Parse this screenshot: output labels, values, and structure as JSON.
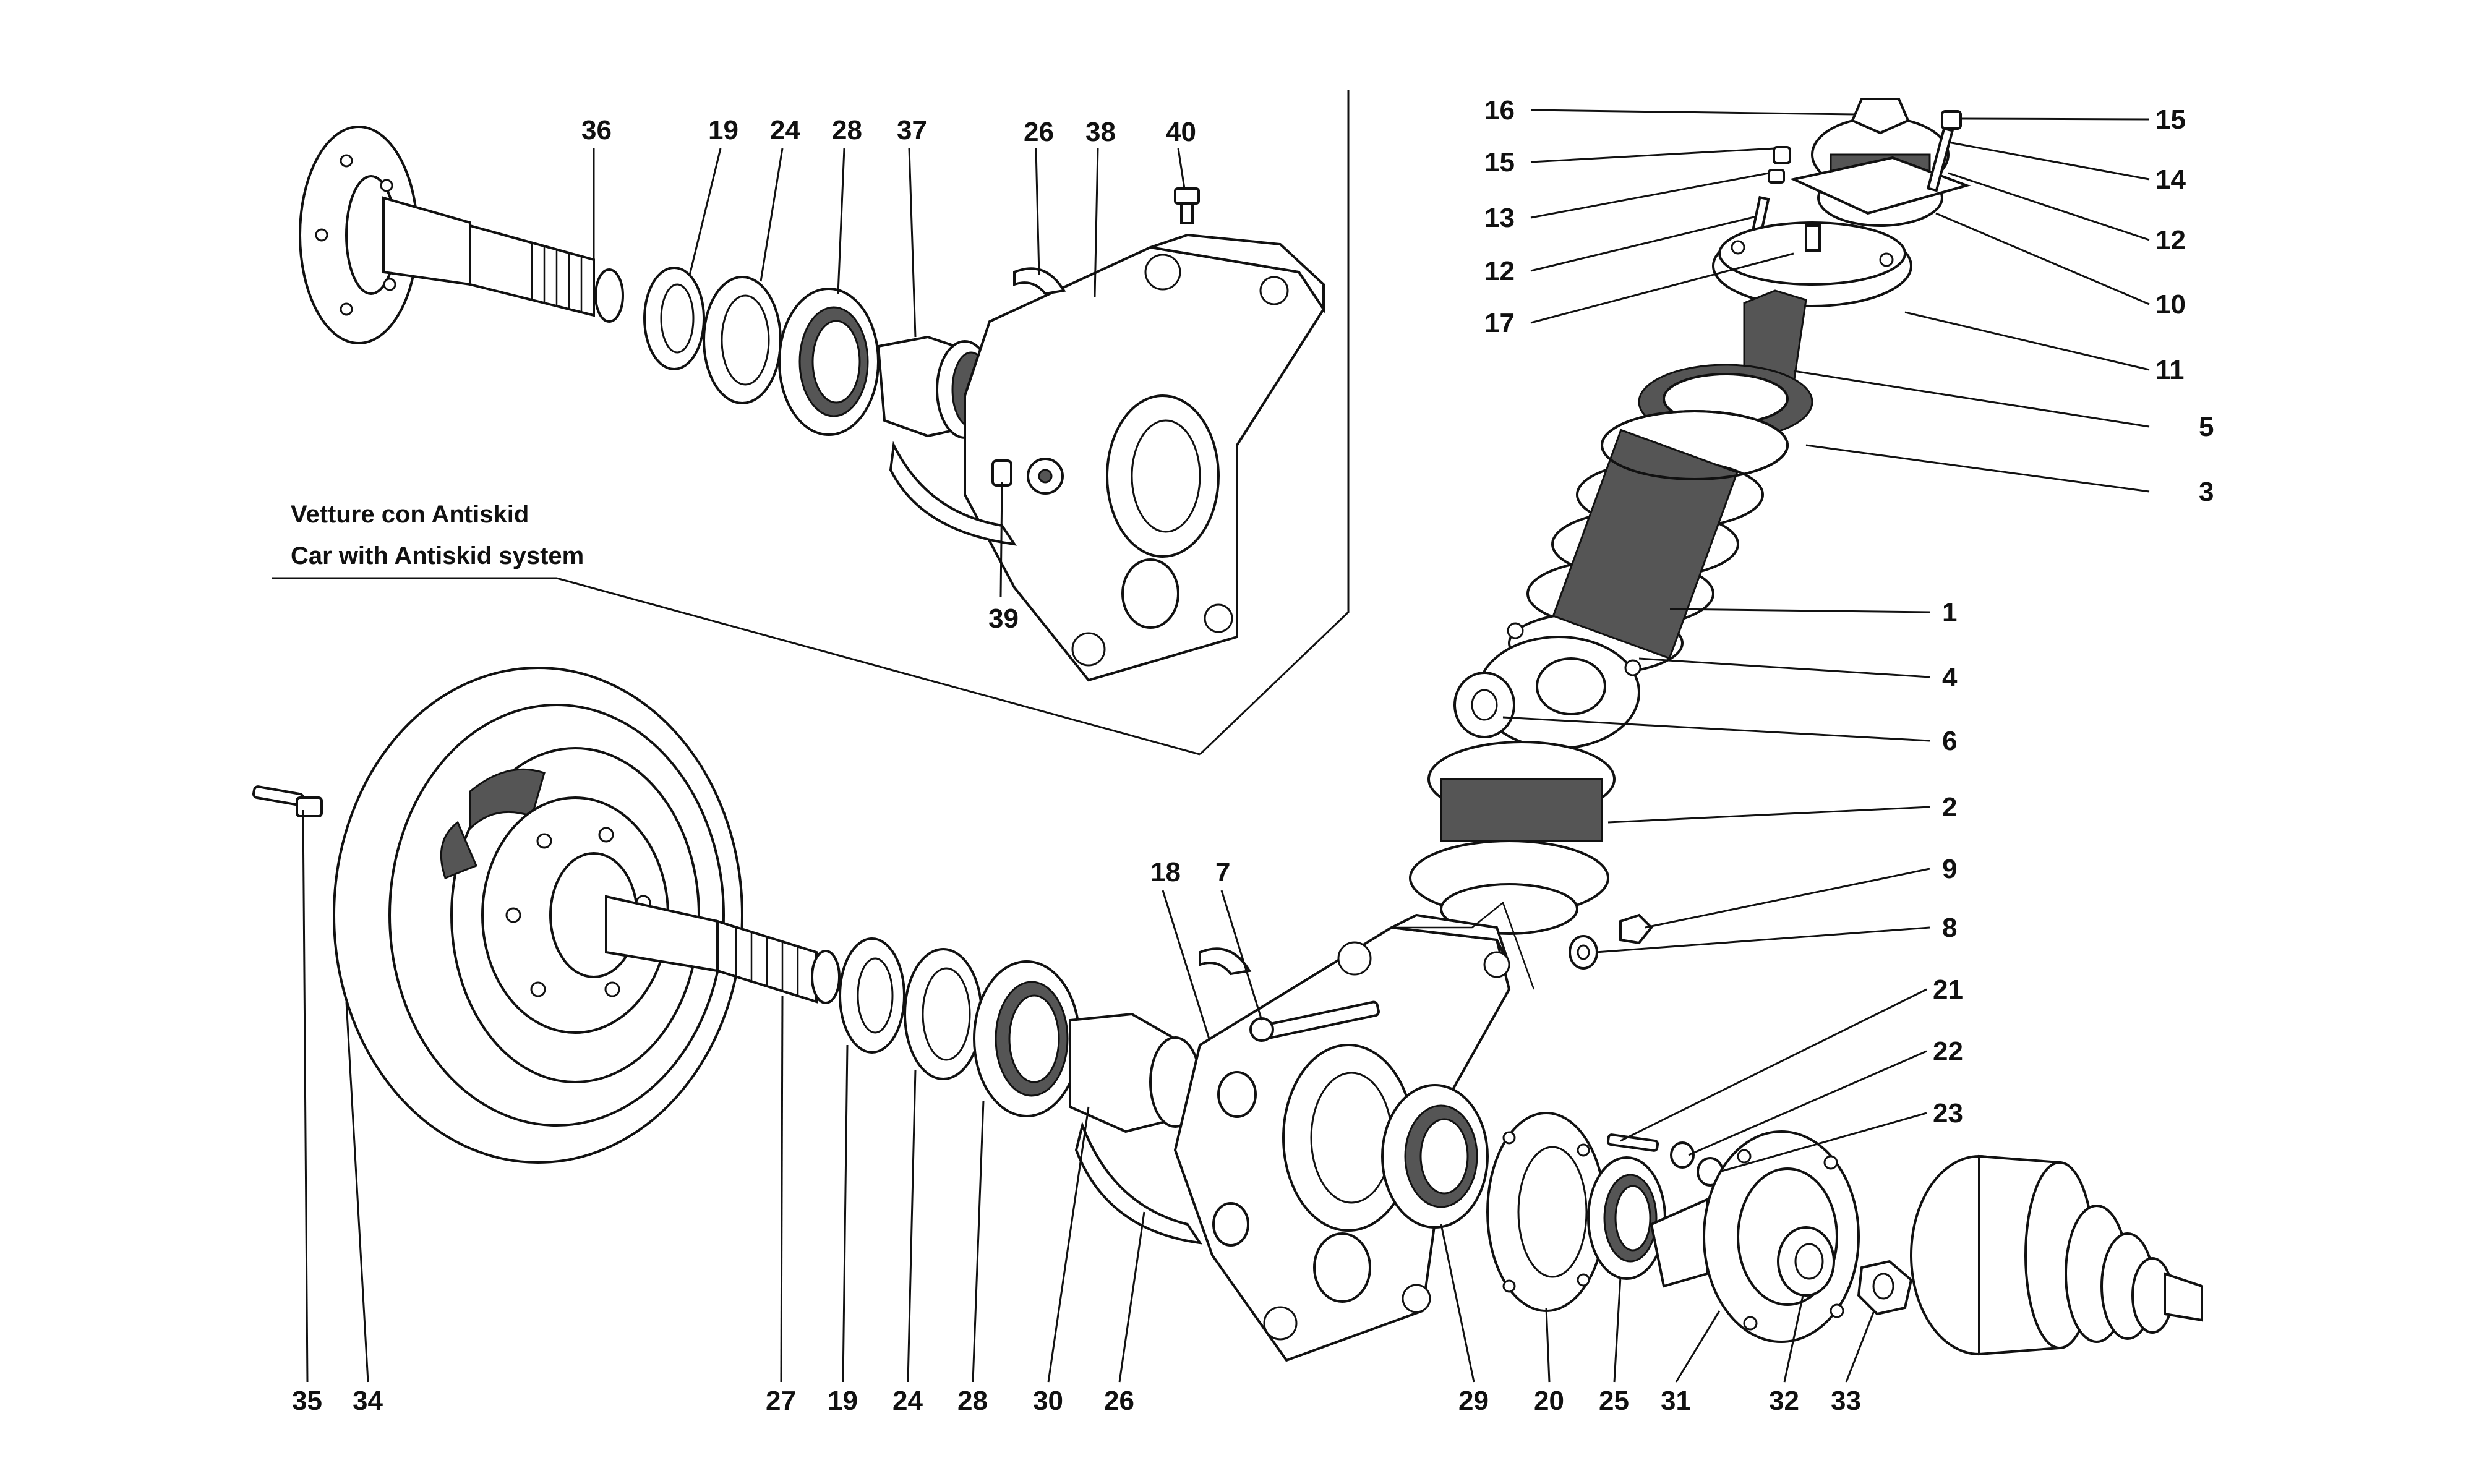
{
  "caption": {
    "line1": "Vetture con Antiskid",
    "line2": "Car with Antiskid system"
  },
  "callouts": [
    {
      "key": "c36",
      "text": "36"
    },
    {
      "key": "c19a",
      "text": "19"
    },
    {
      "key": "c24a",
      "text": "24"
    },
    {
      "key": "c28a",
      "text": "28"
    },
    {
      "key": "c37",
      "text": "37"
    },
    {
      "key": "c26a",
      "text": "26"
    },
    {
      "key": "c38",
      "text": "38"
    },
    {
      "key": "c40",
      "text": "40"
    },
    {
      "key": "c39",
      "text": "39"
    },
    {
      "key": "c16",
      "text": "16"
    },
    {
      "key": "c15a",
      "text": "15"
    },
    {
      "key": "c13",
      "text": "13"
    },
    {
      "key": "c12a",
      "text": "12"
    },
    {
      "key": "c17",
      "text": "17"
    },
    {
      "key": "c15b",
      "text": "15"
    },
    {
      "key": "c14",
      "text": "14"
    },
    {
      "key": "c12b",
      "text": "12"
    },
    {
      "key": "c10",
      "text": "10"
    },
    {
      "key": "c11",
      "text": "11"
    },
    {
      "key": "c5",
      "text": "5"
    },
    {
      "key": "c3",
      "text": "3"
    },
    {
      "key": "c1",
      "text": "1"
    },
    {
      "key": "c4",
      "text": "4"
    },
    {
      "key": "c6",
      "text": "6"
    },
    {
      "key": "c2",
      "text": "2"
    },
    {
      "key": "c9",
      "text": "9"
    },
    {
      "key": "c8",
      "text": "8"
    },
    {
      "key": "c21",
      "text": "21"
    },
    {
      "key": "c22",
      "text": "22"
    },
    {
      "key": "c23",
      "text": "23"
    },
    {
      "key": "c18",
      "text": "18"
    },
    {
      "key": "c7",
      "text": "7"
    },
    {
      "key": "c35",
      "text": "35"
    },
    {
      "key": "c34",
      "text": "34"
    },
    {
      "key": "c27",
      "text": "27"
    },
    {
      "key": "c19b",
      "text": "19"
    },
    {
      "key": "c24b",
      "text": "24"
    },
    {
      "key": "c28b",
      "text": "28"
    },
    {
      "key": "c30",
      "text": "30"
    },
    {
      "key": "c26b",
      "text": "26"
    },
    {
      "key": "c29",
      "text": "29"
    },
    {
      "key": "c20",
      "text": "20"
    },
    {
      "key": "c25",
      "text": "25"
    },
    {
      "key": "c31",
      "text": "31"
    },
    {
      "key": "c32",
      "text": "32"
    },
    {
      "key": "c33",
      "text": "33"
    }
  ],
  "colors": {
    "line": "#111111",
    "background": "#ffffff",
    "shading": "#555555"
  }
}
